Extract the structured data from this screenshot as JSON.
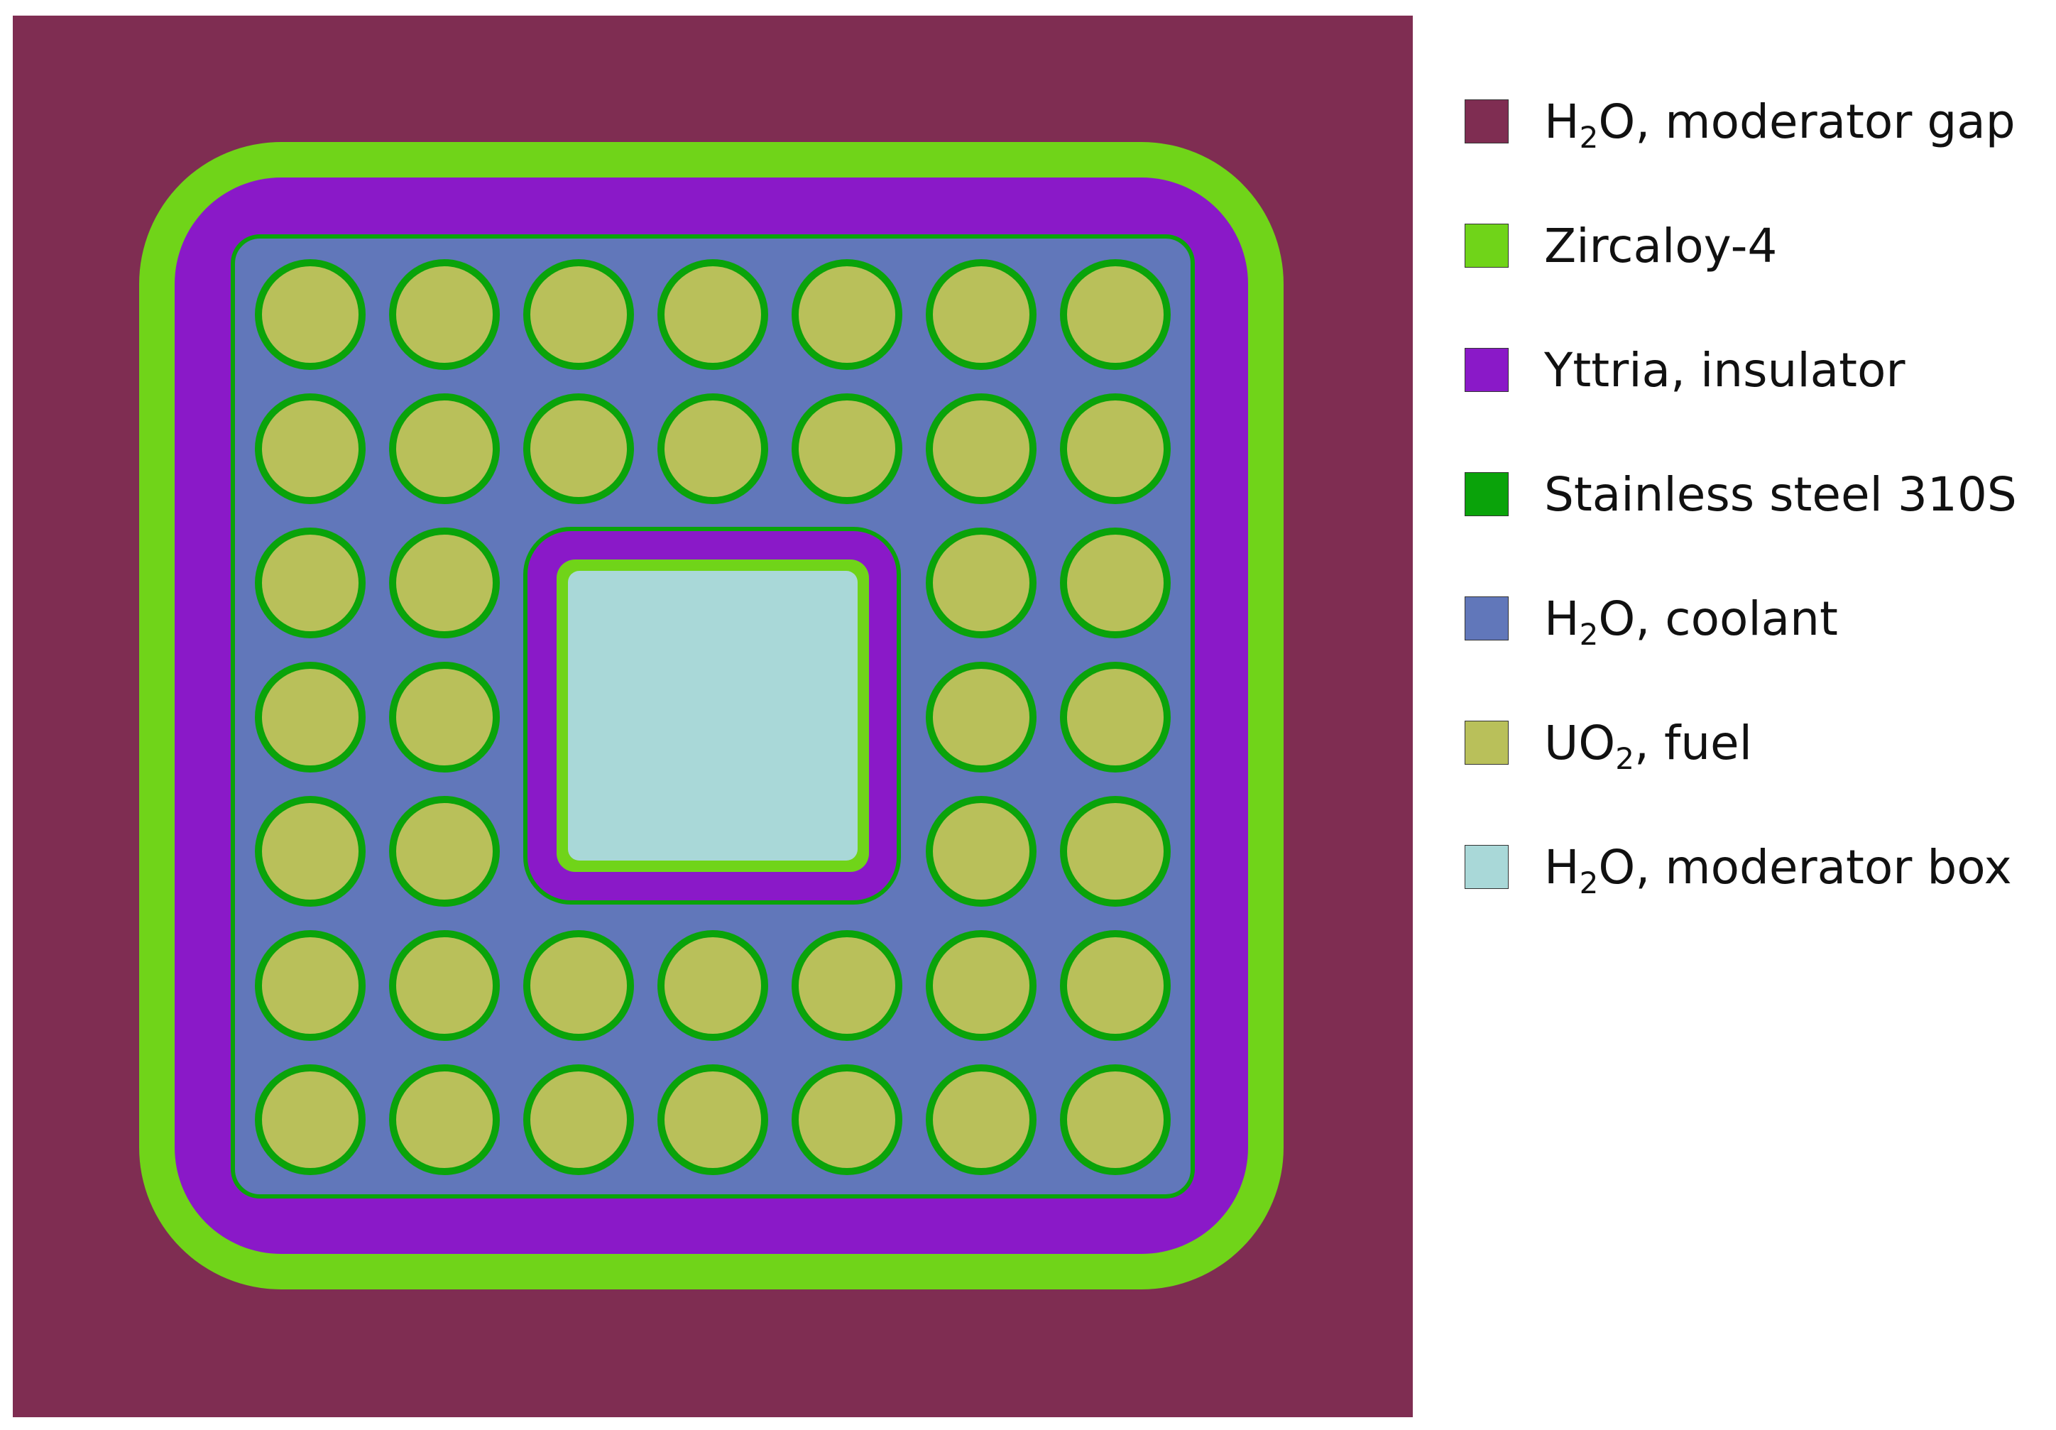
{
  "colors": {
    "moderator_gap": "#7f2d52",
    "zircaloy": "#70d419",
    "yttria": "#8a19c8",
    "steel": "#0aa30a",
    "coolant": "#6177ba",
    "fuel": "#b9c05a",
    "moderator_box": "#a9d8d8"
  },
  "lattice": {
    "rows": 7,
    "cols": 7,
    "fuel_pin_count": 40,
    "central_moderator_box_cells": "3x3"
  },
  "legend": [
    {
      "key": "moderator_gap",
      "base": "H",
      "sub": "2",
      "rest": "O, moderator gap"
    },
    {
      "key": "zircaloy",
      "base": "Zircaloy-4",
      "sub": "",
      "rest": ""
    },
    {
      "key": "yttria",
      "base": "Yttria, insulator",
      "sub": "",
      "rest": ""
    },
    {
      "key": "steel",
      "base": "Stainless steel 310S",
      "sub": "",
      "rest": ""
    },
    {
      "key": "coolant",
      "base": "H",
      "sub": "2",
      "rest": "O, coolant"
    },
    {
      "key": "fuel",
      "base": "UO",
      "sub": "2",
      "rest": ", fuel"
    },
    {
      "key": "moderator_box",
      "base": "H",
      "sub": "2",
      "rest": "O, moderator box"
    }
  ]
}
